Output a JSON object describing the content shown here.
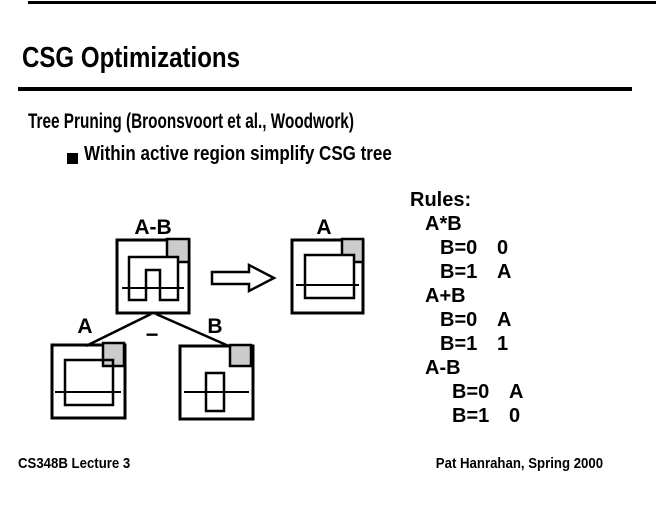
{
  "slide": {
    "title": "CSG Optimizations",
    "subtitle": "Tree Pruning (Broonsvoort et al., Woodwork)",
    "bullet_text": "Within active region simplify CSG tree",
    "footer_left": "CS348B Lecture 3",
    "footer_right": "Pat Hanrahan, Spring 2000"
  },
  "diagram": {
    "root_label": "A-B",
    "left_child_label": "A",
    "right_child_label": "B",
    "operator": "−",
    "result_label": "A"
  },
  "rules": {
    "heading": "Rules:",
    "groups": [
      {
        "op": "A*B",
        "cases": [
          {
            "cond": "B=0",
            "result": "0"
          },
          {
            "cond": "B=1",
            "result": "A"
          }
        ]
      },
      {
        "op": "A+B",
        "cases": [
          {
            "cond": "B=0",
            "result": "A"
          },
          {
            "cond": "B=1",
            "result": "1"
          }
        ]
      },
      {
        "op": "A-B",
        "cases": [
          {
            "cond": "B=0",
            "result": "A"
          },
          {
            "cond": "B=1",
            "result": "0"
          }
        ]
      }
    ]
  },
  "colors": {
    "background": "#ffffff",
    "ink": "#000000",
    "region_fill": "#cccccc"
  }
}
